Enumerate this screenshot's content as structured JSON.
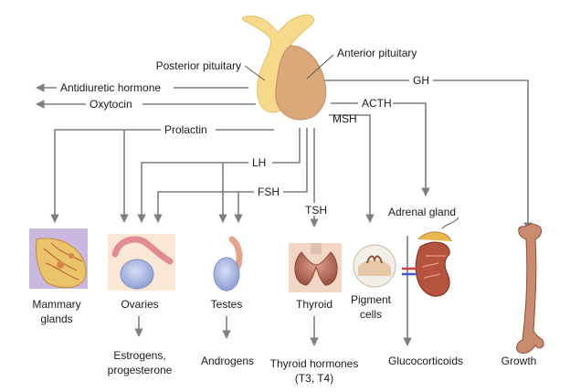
{
  "labels": {
    "posterior_pituitary": "Posterior pituitary",
    "anterior_pituitary": "Anterior pituitary",
    "antidiuretic_hormone": "Antidiuretic hormone",
    "oxytocin": "Oxytocin",
    "gh": "GH",
    "acth": "ACTH",
    "msh": "MSH",
    "prolactin": "Prolactin",
    "lh": "LH",
    "fsh": "FSH",
    "tsh": "TSH",
    "adrenal_gland": "Adrenal gland",
    "mammary_glands_1": "Mammary",
    "mammary_glands_2": "glands",
    "ovaries": "Ovaries",
    "testes": "Testes",
    "thyroid": "Thyroid",
    "pigment_cells_1": "Pigment",
    "pigment_cells_2": "cells",
    "growth": "Growth",
    "estrogens_1": "Estrogens,",
    "estrogens_2": "progesterone",
    "androgens": "Androgens",
    "thyroid_hormones_1": "Thyroid hormones",
    "thyroid_hormones_2": "(T3, T4)",
    "glucocorticoids": "Glucocorticoids"
  },
  "colors": {
    "arrow": "#7f7f7f",
    "posterior": "#f6d98a",
    "anterior": "#dba979",
    "bone": "#c98a6e",
    "thyroid": "#b86b5b",
    "gonad": "#a9b6e2"
  }
}
